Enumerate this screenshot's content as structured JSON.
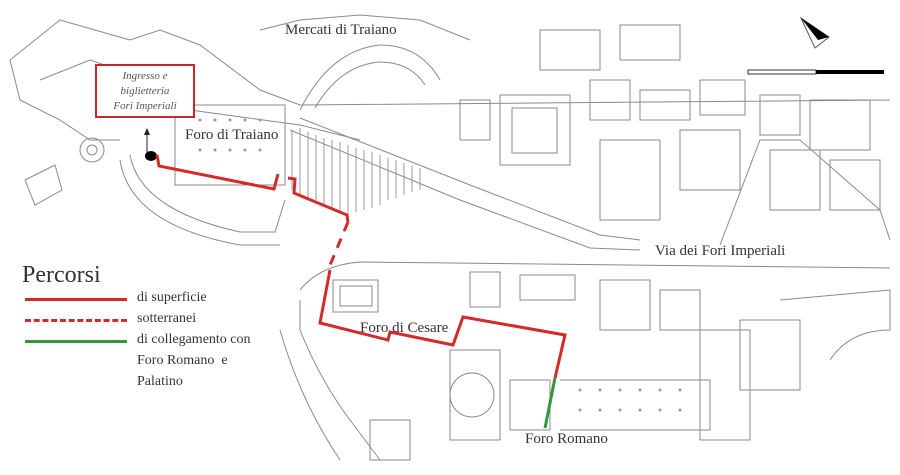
{
  "labels": {
    "mercati": "Mercati di Traiano",
    "foro_traiano": "Foro di Traiano",
    "via": "Via dei Fori Imperiali",
    "foro_cesare": "Foro di Cesare",
    "foro_romano": "Foro Romano"
  },
  "entrance": {
    "line1": "Ingresso e",
    "line2": "biglietteria",
    "line3": "Fori Imperiali"
  },
  "legend": {
    "title": "Percorsi",
    "items": [
      {
        "label": "di superficie",
        "style": "solid",
        "color": "#d42a2a"
      },
      {
        "label": "sotterranei",
        "style": "dashed",
        "color": "#d42a2a"
      },
      {
        "label": "di collegamento con",
        "style": "solid",
        "color": "#2e9a3a"
      }
    ],
    "continuation1": "Foro Romano  e",
    "continuation2": "Palatino"
  },
  "colors": {
    "route_red": "#d42a2a",
    "route_green": "#2e9a3a",
    "map_lines": "#8a8a8a"
  }
}
